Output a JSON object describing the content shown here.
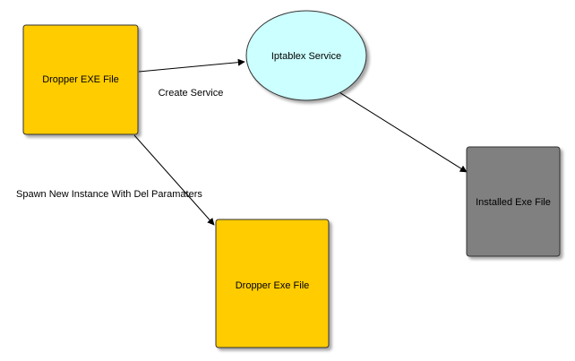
{
  "diagram": {
    "nodes": {
      "dropper_exe_top": {
        "label": "Dropper EXE File",
        "fill": "#ffcc00",
        "stroke": "#333333"
      },
      "iptablex_service": {
        "label": "Iptablex Service",
        "fill": "#ccffff",
        "stroke": "#333333"
      },
      "installed_exe": {
        "label": "Installed Exe File",
        "fill": "#808080",
        "stroke": "#333333"
      },
      "dropper_exe_bottom": {
        "label": "Dropper Exe File",
        "fill": "#ffcc00",
        "stroke": "#333333"
      }
    },
    "edges": {
      "create_service": {
        "label": "Create Service"
      },
      "spawn_new_instance": {
        "label": "Spawn New Instance With Del Paramaters"
      },
      "service_to_installed": {
        "label": ""
      }
    }
  }
}
